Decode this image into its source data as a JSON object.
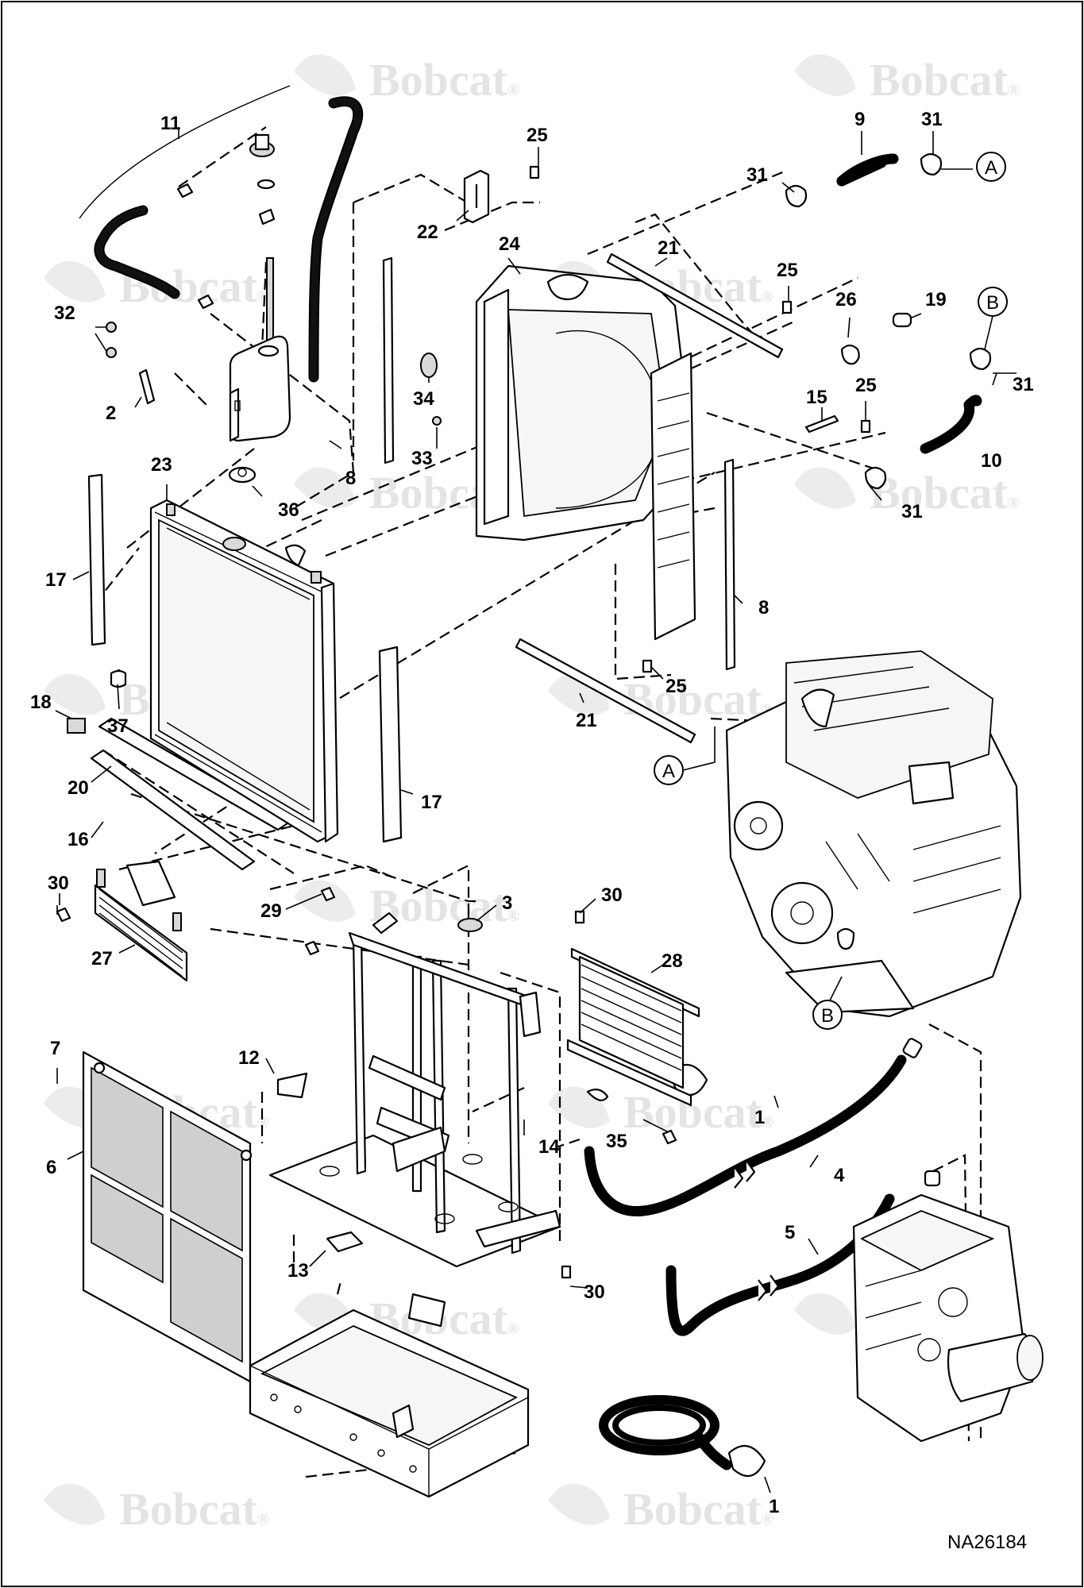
{
  "drawing": {
    "number": "NA26184",
    "watermark_brand": "Bobcat",
    "watermark_symbol": "®"
  },
  "callouts": [
    {
      "id": "c11",
      "label": "11"
    },
    {
      "id": "c25a",
      "label": "25"
    },
    {
      "id": "c9",
      "label": "9"
    },
    {
      "id": "c31a",
      "label": "31"
    },
    {
      "id": "c31b",
      "label": "31"
    },
    {
      "id": "c22",
      "label": "22"
    },
    {
      "id": "c24",
      "label": "24"
    },
    {
      "id": "c21a",
      "label": "21"
    },
    {
      "id": "c25b",
      "label": "25"
    },
    {
      "id": "c26",
      "label": "26"
    },
    {
      "id": "c19",
      "label": "19"
    },
    {
      "id": "c31c",
      "label": "31"
    },
    {
      "id": "c32",
      "label": "32"
    },
    {
      "id": "c2",
      "label": "2"
    },
    {
      "id": "c34",
      "label": "34"
    },
    {
      "id": "c15",
      "label": "15"
    },
    {
      "id": "c25c",
      "label": "25"
    },
    {
      "id": "c33",
      "label": "33"
    },
    {
      "id": "c10",
      "label": "10"
    },
    {
      "id": "c23",
      "label": "23"
    },
    {
      "id": "c8a",
      "label": "8"
    },
    {
      "id": "c36",
      "label": "36"
    },
    {
      "id": "c31d",
      "label": "31"
    },
    {
      "id": "c17a",
      "label": "17"
    },
    {
      "id": "c8b",
      "label": "8"
    },
    {
      "id": "c18",
      "label": "18"
    },
    {
      "id": "c37",
      "label": "37"
    },
    {
      "id": "c25d",
      "label": "25"
    },
    {
      "id": "c21b",
      "label": "21"
    },
    {
      "id": "c20",
      "label": "20"
    },
    {
      "id": "c17b",
      "label": "17"
    },
    {
      "id": "c16",
      "label": "16"
    },
    {
      "id": "c30a",
      "label": "30"
    },
    {
      "id": "c29",
      "label": "29"
    },
    {
      "id": "c3",
      "label": "3"
    },
    {
      "id": "c30b",
      "label": "30"
    },
    {
      "id": "c27",
      "label": "27"
    },
    {
      "id": "c28",
      "label": "28"
    },
    {
      "id": "c7",
      "label": "7"
    },
    {
      "id": "c12",
      "label": "12"
    },
    {
      "id": "c1a",
      "label": "1"
    },
    {
      "id": "c35",
      "label": "35"
    },
    {
      "id": "c14",
      "label": "14"
    },
    {
      "id": "c6",
      "label": "6"
    },
    {
      "id": "c4",
      "label": "4"
    },
    {
      "id": "c5",
      "label": "5"
    },
    {
      "id": "c13",
      "label": "13"
    },
    {
      "id": "c30c",
      "label": "30"
    },
    {
      "id": "c1b",
      "label": "1"
    }
  ],
  "references": [
    {
      "id": "refA1",
      "label": "A"
    },
    {
      "id": "refA2",
      "label": "A"
    },
    {
      "id": "refB1",
      "label": "B"
    },
    {
      "id": "refB2",
      "label": "B"
    }
  ]
}
